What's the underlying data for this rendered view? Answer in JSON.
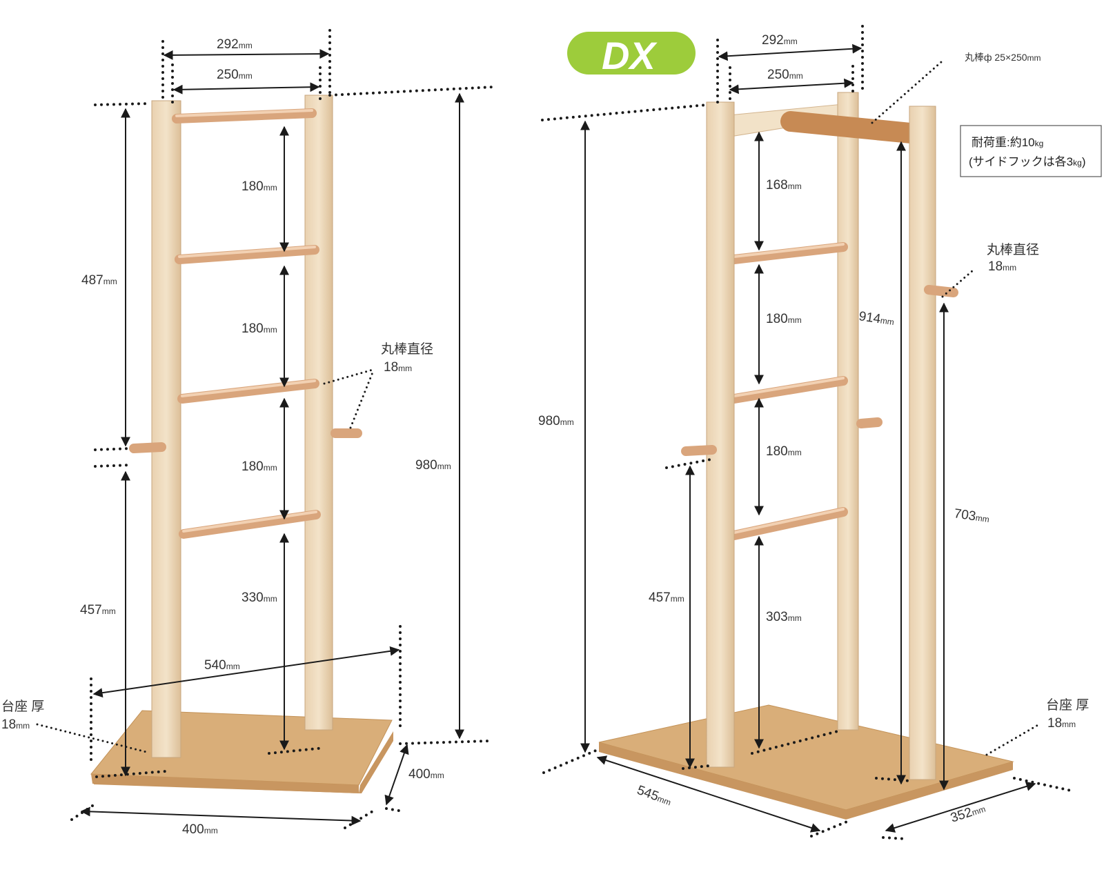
{
  "badge": {
    "label": "DX",
    "color": "#9dcc3b"
  },
  "unit": "mm",
  "left": {
    "width_outer": "292",
    "width_inner": "250",
    "height_total": "980",
    "upper_section": "487",
    "lower_section": "457",
    "rung_spacing_1": "180",
    "rung_spacing_2": "180",
    "rung_spacing_3": "180",
    "bottom_gap": "330",
    "base_diagonal": "540",
    "base_width": "400",
    "base_depth": "400",
    "base_thickness_label": "台座 厚",
    "base_thickness": "18",
    "dowel_label": "丸棒直径",
    "dowel_diameter": "18"
  },
  "right": {
    "width_outer": "292",
    "width_inner": "250",
    "top_bar_label": "丸棒ф 25×250",
    "height_total": "980",
    "inner_height": "914",
    "hook_height": "703",
    "left_hook_height": "457",
    "rung_spacing_1": "168",
    "rung_spacing_2": "180",
    "rung_spacing_3": "180",
    "bottom_gap": "303",
    "base_length": "545",
    "base_depth": "352",
    "base_thickness_label": "台座 厚",
    "base_thickness": "18",
    "dowel_label": "丸棒直径",
    "dowel_diameter": "18",
    "load_line1": "耐荷重:約10",
    "load_line1_unit": "kg",
    "load_line2_a": "(サイドフックは各3",
    "load_line2_unit": "kg",
    "load_line2_b": ")"
  }
}
